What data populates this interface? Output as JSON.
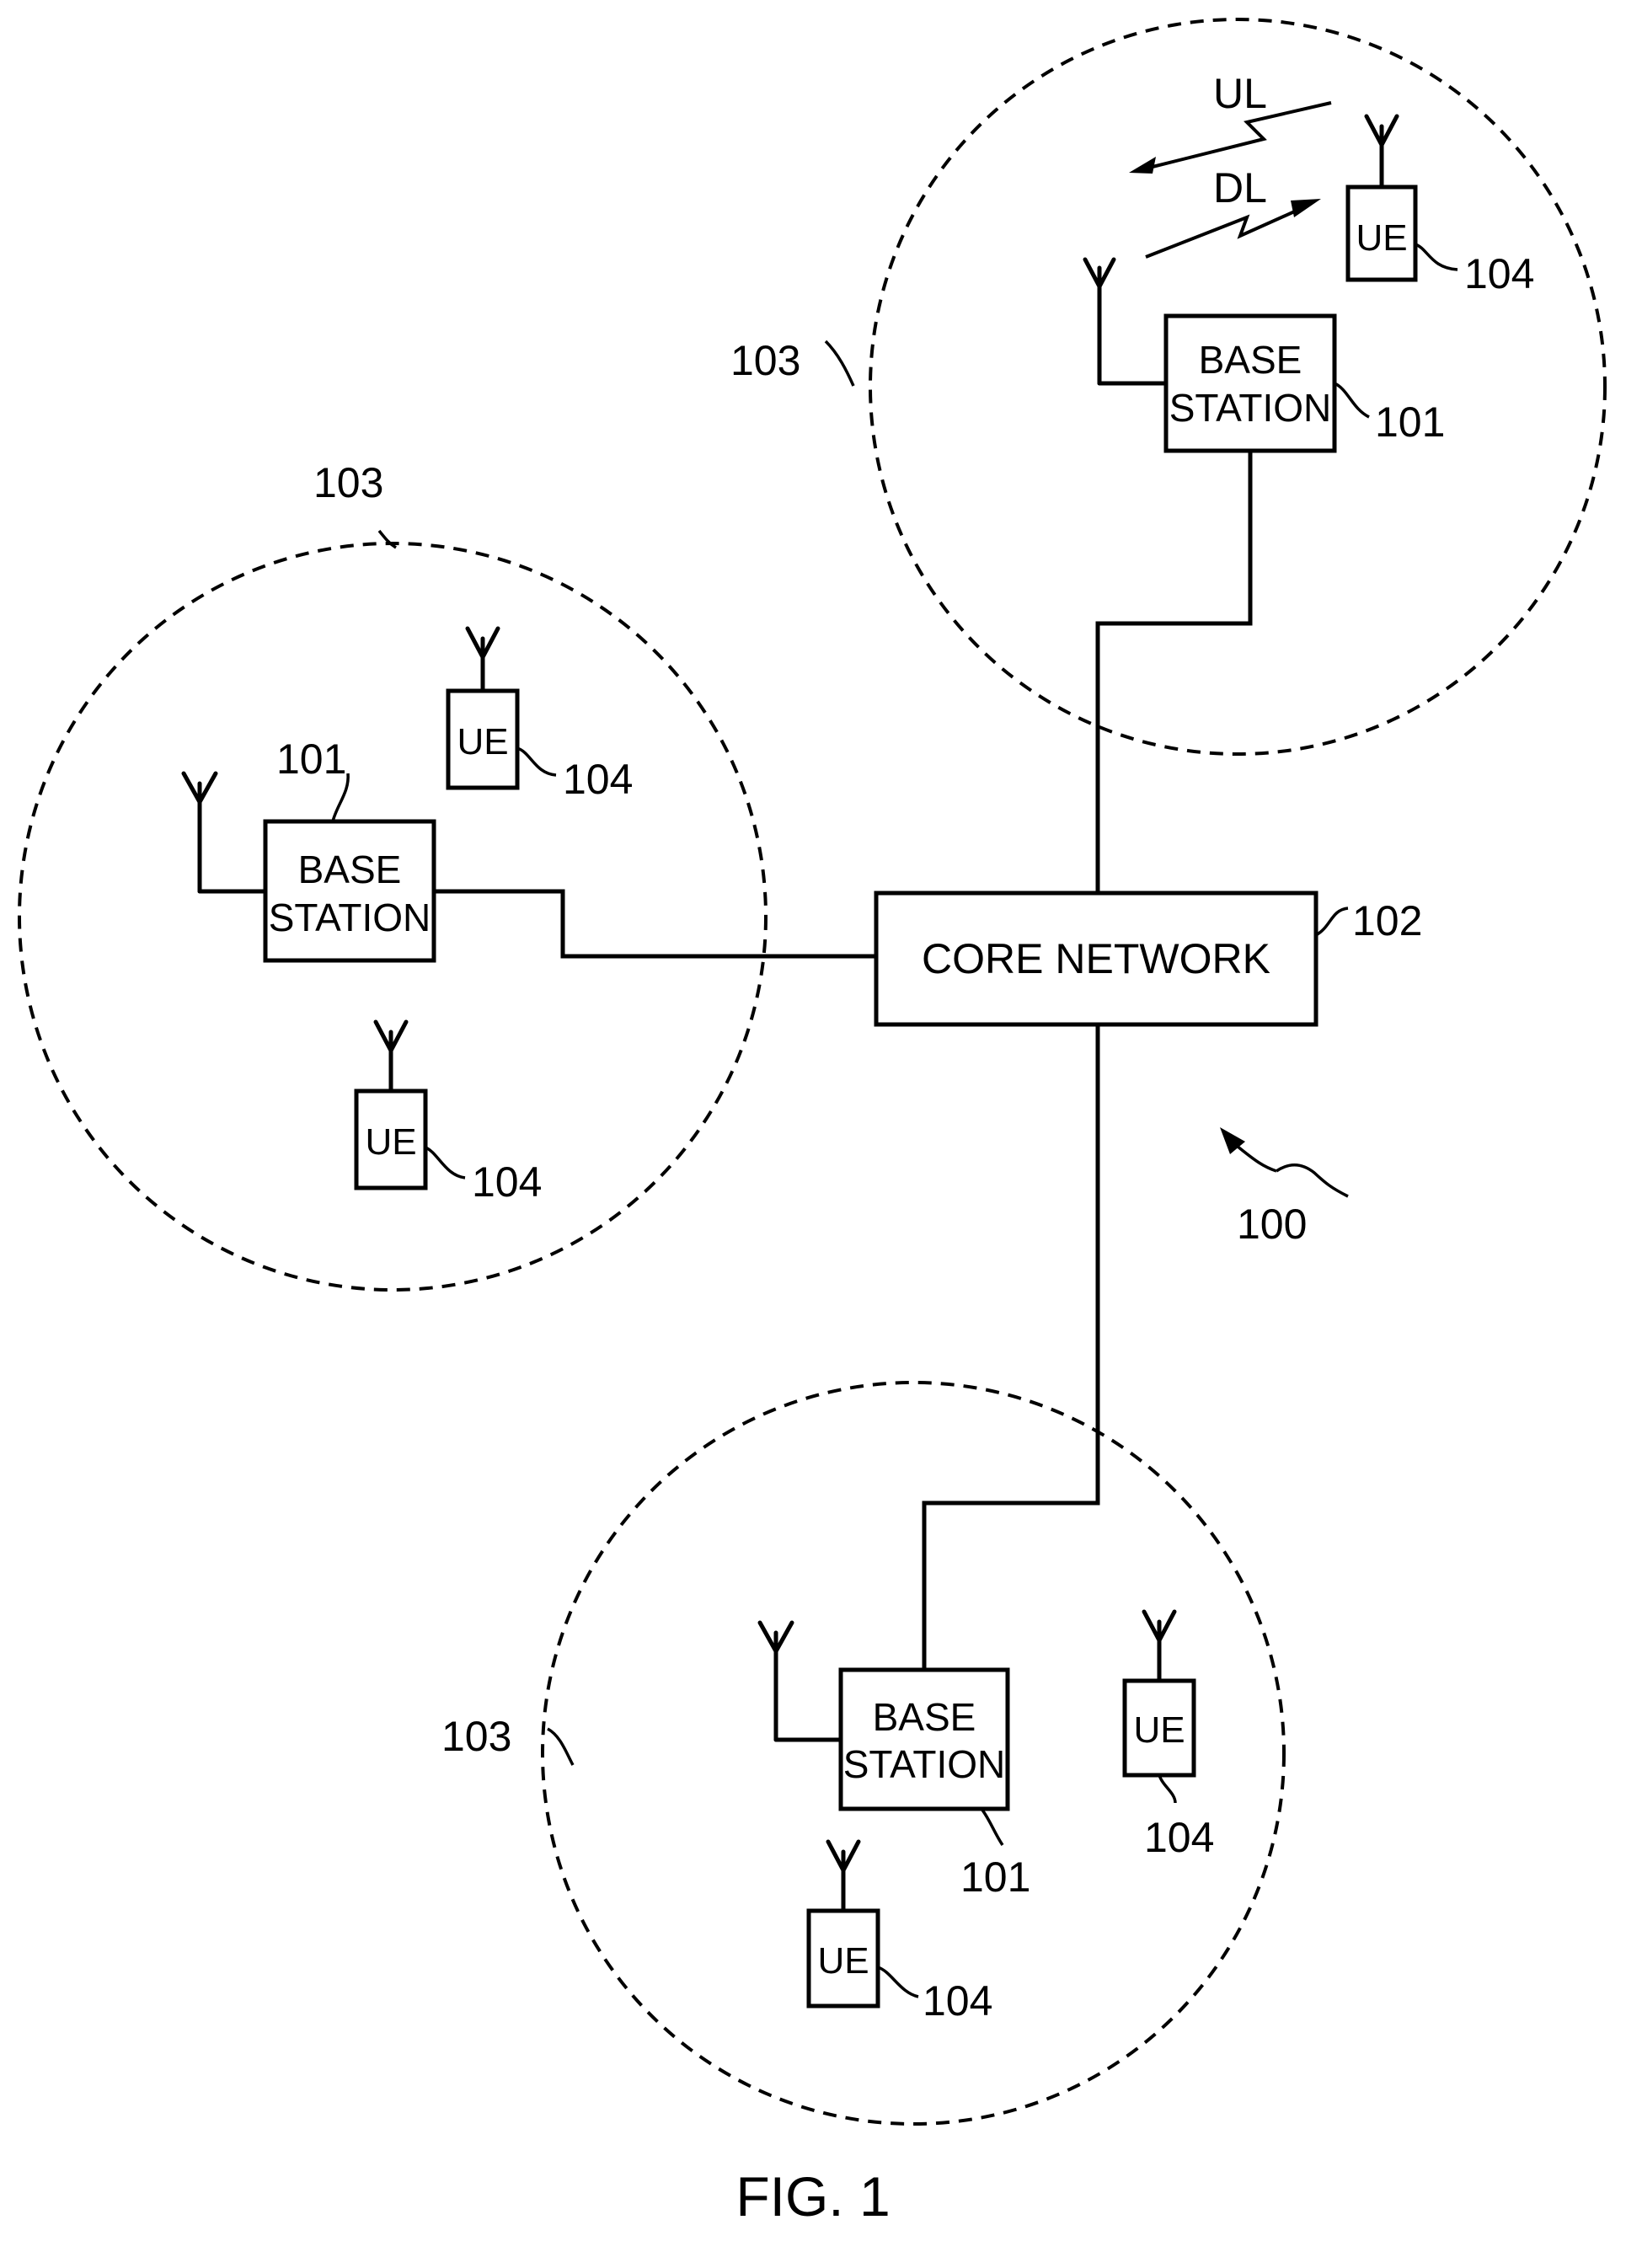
{
  "figure": {
    "caption": "FIG. 1",
    "system_ref": "100"
  },
  "core_network": {
    "label": "CORE NETWORK",
    "ref": "102"
  },
  "cells": [
    {
      "ref": "103",
      "base_station": {
        "label_line1": "BASE",
        "label_line2": "STATION",
        "ref": "101"
      },
      "ues": [
        {
          "label": "UE",
          "ref": "104"
        }
      ],
      "links": {
        "uplink": "UL",
        "downlink": "DL"
      }
    },
    {
      "ref": "103",
      "base_station": {
        "label_line1": "BASE",
        "label_line2": "STATION",
        "ref": "101"
      },
      "ues": [
        {
          "label": "UE",
          "ref": "104"
        },
        {
          "label": "UE",
          "ref": "104"
        }
      ]
    },
    {
      "ref": "103",
      "base_station": {
        "label_line1": "BASE",
        "label_line2": "STATION",
        "ref": "101"
      },
      "ues": [
        {
          "label": "UE",
          "ref": "104"
        },
        {
          "label": "UE",
          "ref": "104"
        }
      ]
    }
  ]
}
